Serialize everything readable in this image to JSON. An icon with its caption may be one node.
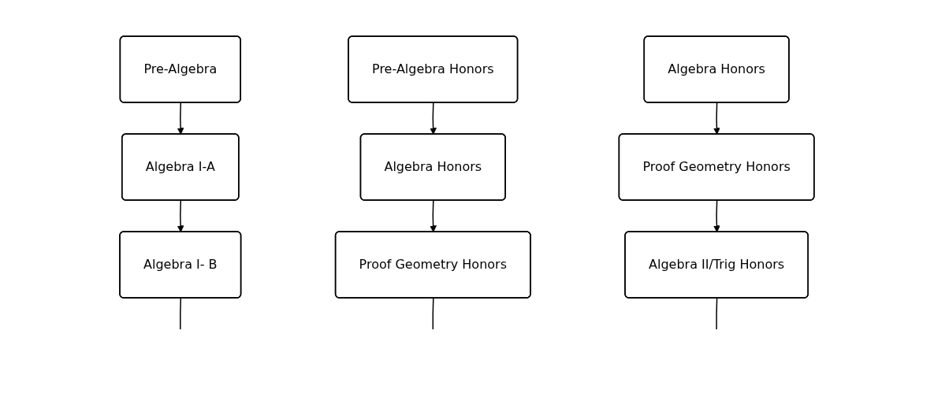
{
  "diagram": {
    "nodes": [
      {
        "text": [
          "Pre-Algebra"
        ]
      },
      {
        "text": [
          "Algebra I-A"
        ]
      },
      {
        "text": [
          "Algebra I- B"
        ]
      },
      {
        "text": [
          "Pre-Algebra Honors"
        ]
      },
      {
        "text": [
          "Algebra Honors"
        ]
      },
      {
        "text": [
          "Proof Geometry Honors"
        ]
      },
      {
        "text": [
          "Algebra Honors"
        ]
      },
      {
        "text": [
          "Proof Geometry Honors"
        ]
      },
      {
        "text": [
          "Algebra II/Trig Honors"
        ]
      }
    ],
    "edges": [
      {
        "from": 0,
        "to": 1,
        "arrow": "to"
      },
      {
        "from": 1,
        "to": 2,
        "arrow": "to"
      },
      {
        "from": 3,
        "to": 4,
        "arrow": "to"
      },
      {
        "from": 4,
        "to": 5,
        "arrow": "to"
      },
      {
        "from": 6,
        "to": 7,
        "arrow": "to"
      },
      {
        "from": 7,
        "to": 8,
        "arrow": "to"
      },
      {
        "from": 2,
        "to": null,
        "arrow": "none"
      },
      {
        "from": 5,
        "to": null,
        "arrow": "none"
      },
      {
        "from": 8,
        "to": null,
        "arrow": "none"
      }
    ]
  }
}
